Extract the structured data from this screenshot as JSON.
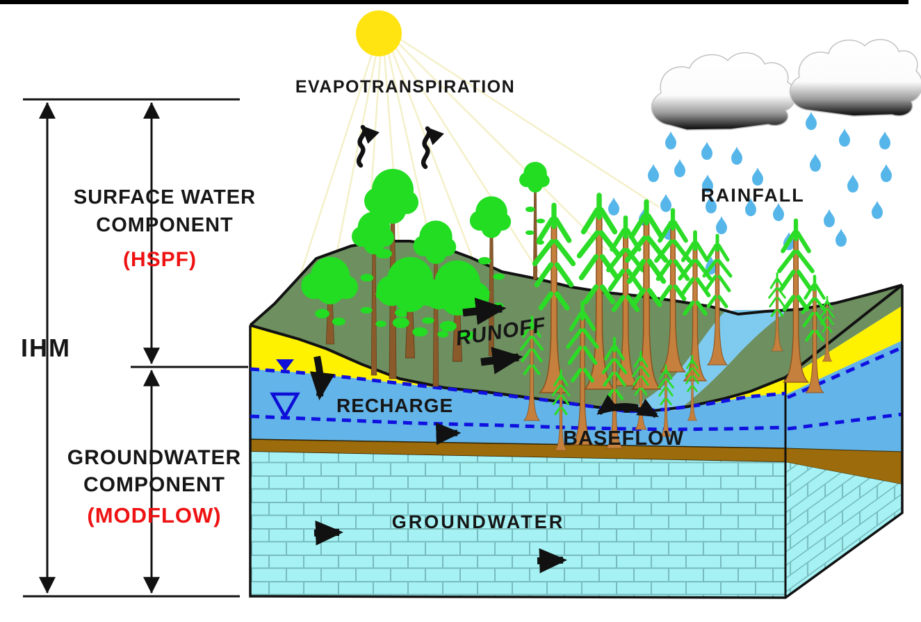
{
  "figure": {
    "type": "diagram",
    "subject": "Integrated Hydrologic Model (IHM) watershed cross-section block diagram"
  },
  "left_panel": {
    "ihm_label": "IHM",
    "surface": {
      "line1": "SURFACE WATER",
      "line2": "COMPONENT",
      "model": "(HSPF)"
    },
    "groundwater": {
      "line1": "GROUNDWATER",
      "line2": "COMPONENT",
      "model": "(MODFLOW)"
    }
  },
  "labels": {
    "evapotranspiration": "EVAPOTRANSPIRATION",
    "rainfall": "RAINFALL",
    "runoff": "RUNOFF",
    "recharge": "RECHARGE",
    "baseflow": "BASEFLOW",
    "groundwater": "GROUNDWATER"
  },
  "colors": {
    "background": "#FFFFFF",
    "top_border": "#000000",
    "label_black": "#161616",
    "label_red": "#EE1212",
    "sun": "#FFE412",
    "sun_ray": "#F3EEC0",
    "rain_drop": "#56B6EA",
    "cloud_light": "#FFFFFF",
    "cloud_dark": "#1A1A1A",
    "land_green": "#6E8F60",
    "soil_yellow": "#FFF200",
    "surficial_aquifer_blue": "#63B4E8",
    "stream_blue": "#7FCBEF",
    "confining_unit_brown": "#9C6B0B",
    "limestone_aquifer_cyan": "#A5F1F3",
    "water_table_dashed_blue": "#1010E0",
    "tree_canopy_green": "#22DD22",
    "tree_trunk_brown": "#8B5A2B",
    "conifer_trunk_orange": "#C4803C",
    "conifer_foliage_green": "#2BDC26"
  }
}
